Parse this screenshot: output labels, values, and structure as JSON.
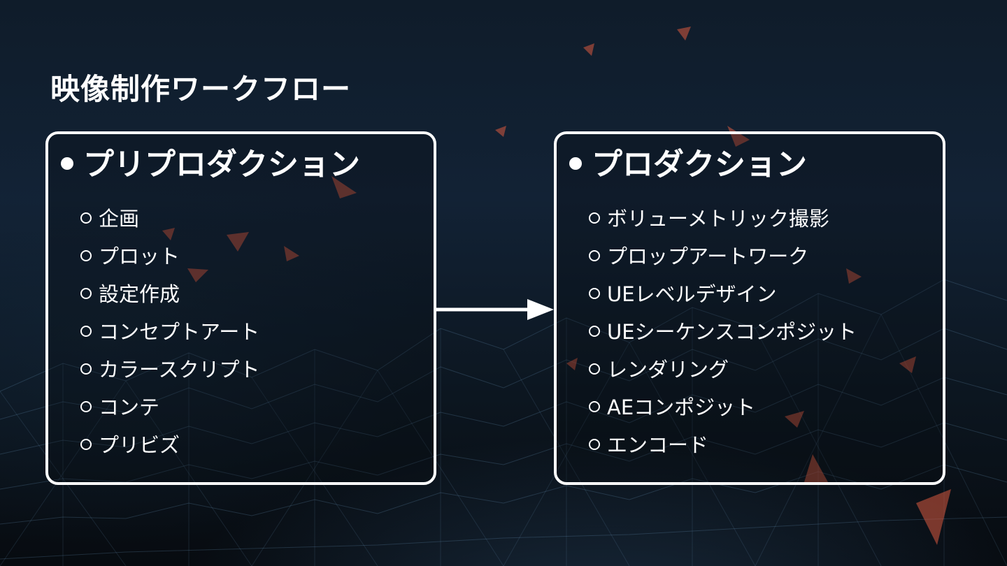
{
  "title": "映像制作ワークフロー",
  "panels": [
    {
      "heading": "プリプロダクション",
      "items": [
        "企画",
        "プロット",
        "設定作成",
        "コンセプトアート",
        "カラースクリプト",
        "コンテ",
        "プリビズ"
      ]
    },
    {
      "heading": "プロダクション",
      "items": [
        "ボリューメトリック撮影",
        "プロップアートワーク",
        "UEレベルデザイン",
        "UEシーケンスコンポジット",
        "レンダリング",
        "AEコンポジット",
        "エンコード"
      ]
    }
  ],
  "colors": {
    "text": "#ffffff",
    "border": "#ffffff",
    "accent_triangles": "#d9593f",
    "background_top": "#122235",
    "background_bottom": "#070b10"
  },
  "icons": {
    "heading_marker": "filled-bullet",
    "item_marker": "hollow-circle-bullet",
    "connector": "right-arrow"
  }
}
